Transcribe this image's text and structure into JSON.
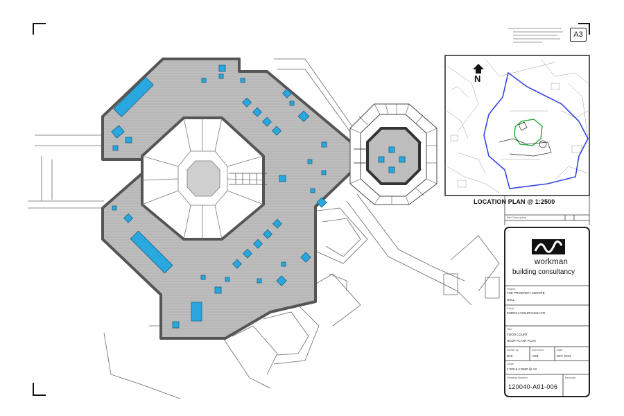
{
  "sheet": {
    "size": "A3"
  },
  "location_plan": {
    "caption": "LOCATION PLAN @ 1:2500",
    "north_label": "N"
  },
  "title_block": {
    "company_line1": "workman",
    "company_line2": "building consultancy",
    "project_label": "Project",
    "project_name": "THE PROSPECT CENTRE",
    "project_location": "HULL",
    "client_label": "Client",
    "client_name": "ZURICH ASSURANCE LTD",
    "title_label": "Title",
    "title_line1": "FOOD COURT",
    "title_line2": "ROOF PLANT PLAN",
    "drawn_by_label": "Drawn by",
    "drawn_by": "DJS",
    "surveyed_label": "Surveyed",
    "surveyed": "AGB",
    "date_label": "Date",
    "date": "MAY 2012",
    "scale_label": "Scale",
    "scale": "1:200 & 1:2500 @ A3",
    "drawing_no_label": "Drawing Number",
    "drawing_no": "120040-A01-006",
    "revision_label": "Revision",
    "rev_description_label": "Rev  Description"
  },
  "colors": {
    "roof_fill": "#b9b9b9",
    "plant_unit": "#29a8e0",
    "location_outline": "#3344dd",
    "location_highlight": "#22aa33"
  }
}
